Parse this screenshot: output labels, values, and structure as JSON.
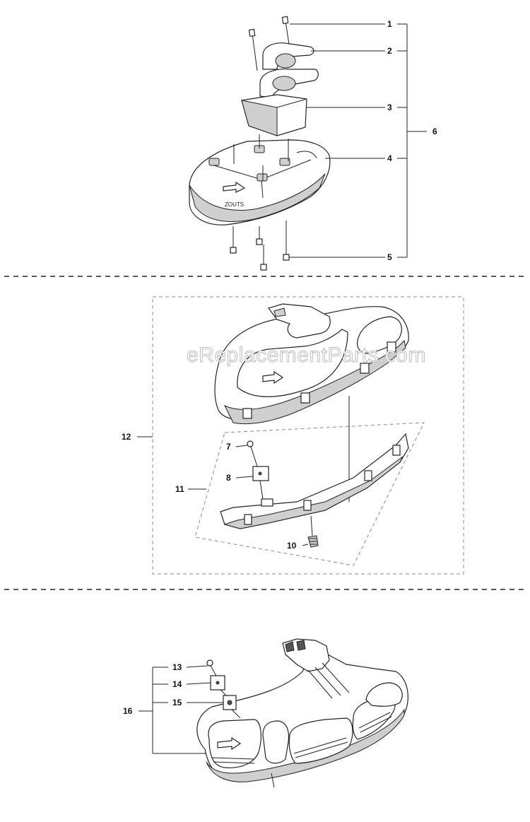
{
  "watermark": "eReplacementParts.com",
  "callouts": {
    "c1": "1",
    "c2": "2",
    "c3": "3",
    "c4": "4",
    "c5": "5",
    "c6": "6",
    "c7": "7",
    "c8": "8",
    "c10": "10",
    "c11": "11",
    "c12": "12",
    "c13": "13",
    "c14": "14",
    "c15": "15",
    "c16": "16"
  },
  "guard_marking": "ZOUTS"
}
